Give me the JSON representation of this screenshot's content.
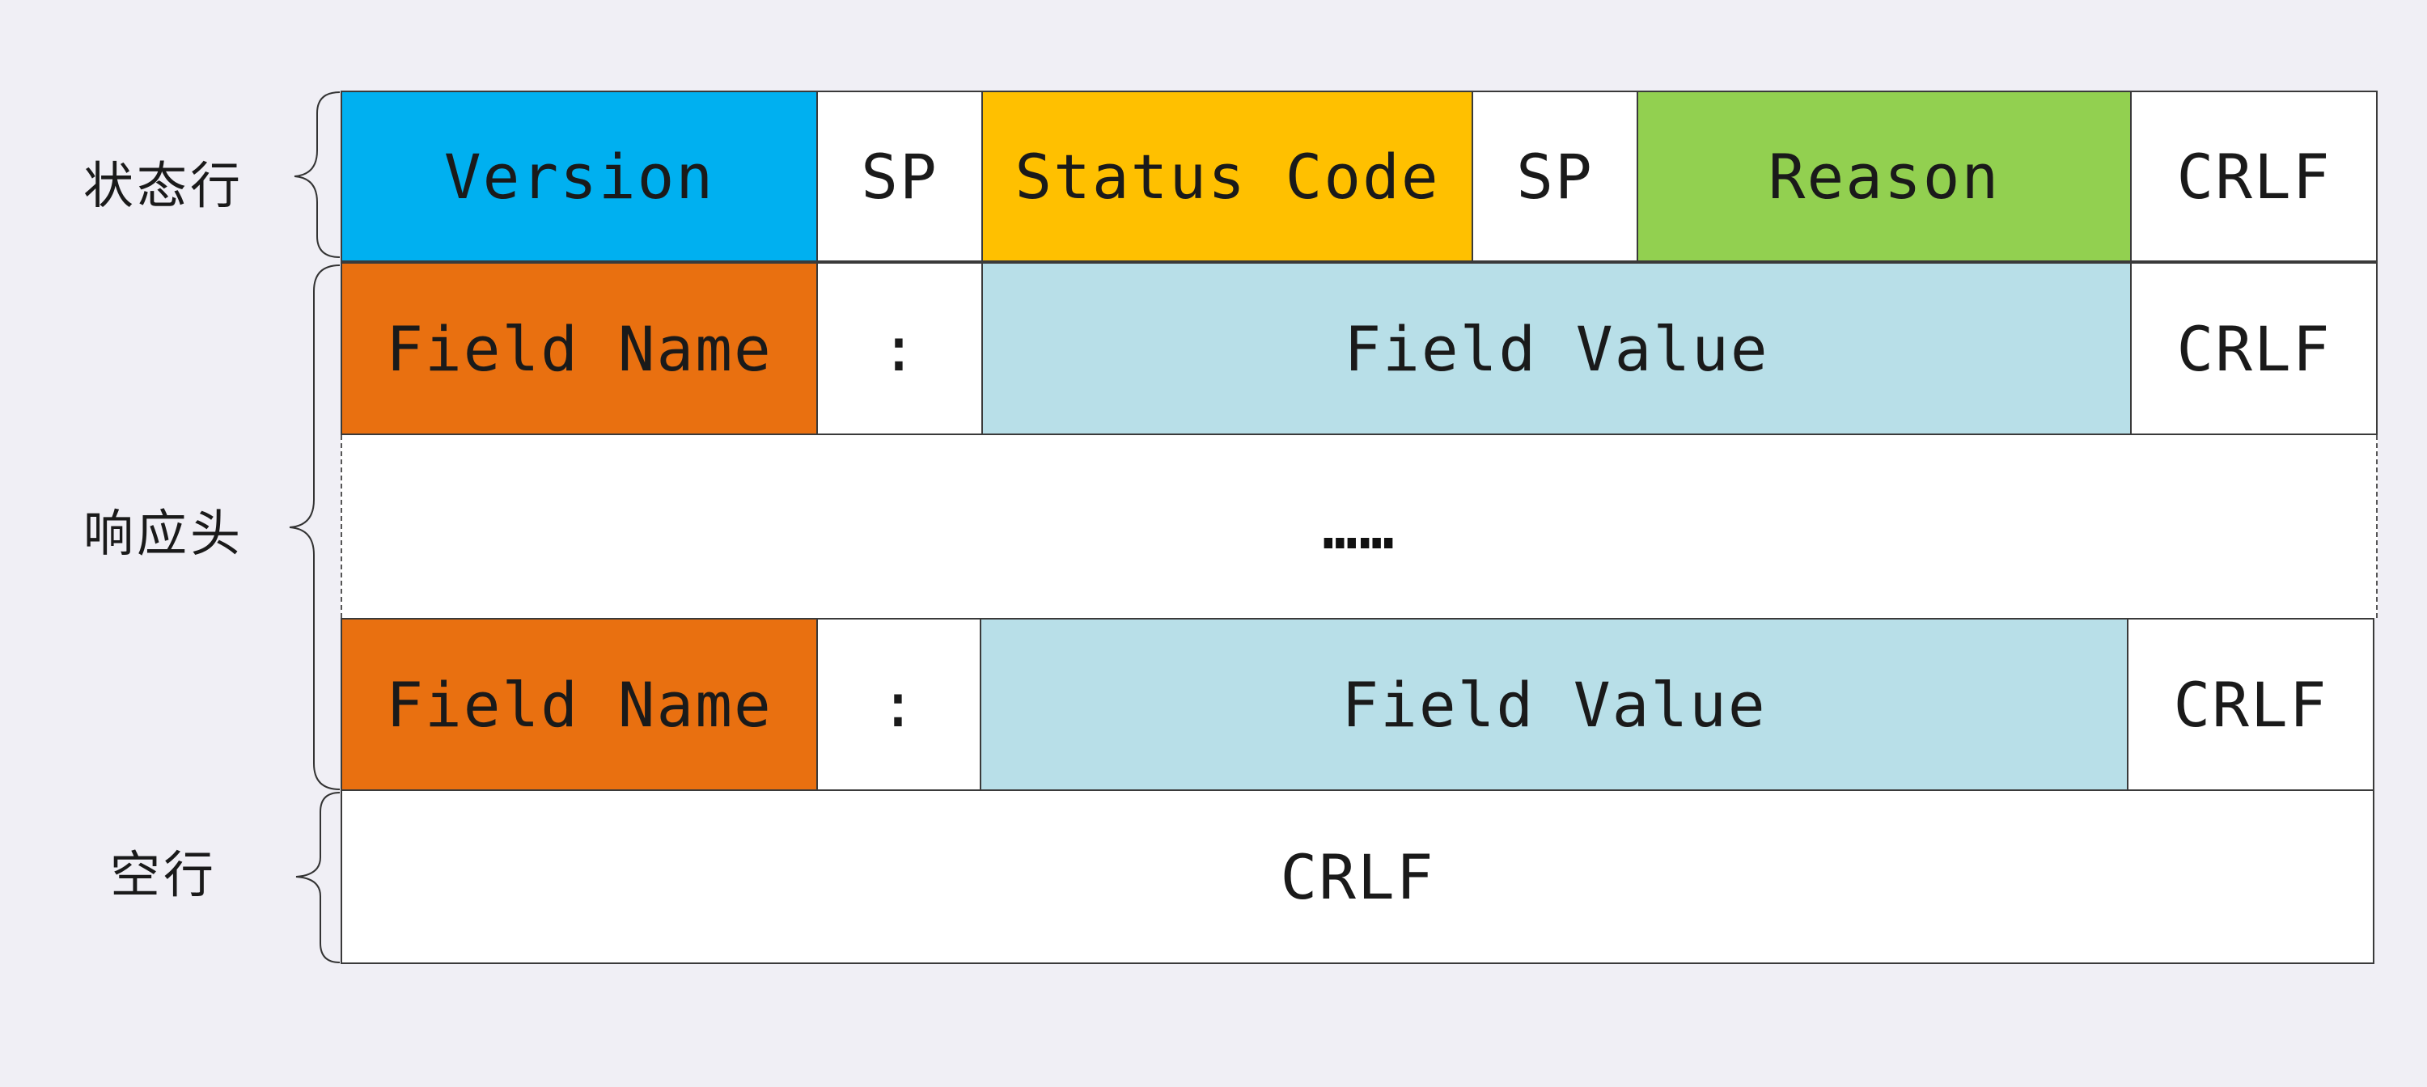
{
  "labels": {
    "status_line": "状态行",
    "headers": "响应头",
    "blank_line": "空行"
  },
  "status_line": {
    "version": "Version",
    "sp1": "SP",
    "status_code": "Status Code",
    "sp2": "SP",
    "reason": "Reason",
    "crlf": "CRLF"
  },
  "headers": [
    {
      "field_name": "Field Name",
      "colon": ":",
      "field_value": "Field Value",
      "crlf": "CRLF"
    },
    {
      "field_name": "Field Name",
      "colon": ":",
      "field_value": "Field Value",
      "crlf": "CRLF"
    }
  ],
  "ellipsis": "……",
  "blank_line": {
    "crlf": "CRLF"
  },
  "colors": {
    "version": "#00b0f0",
    "status_code": "#ffc000",
    "reason": "#92d050",
    "field_name": "#e97010",
    "field_value": "#b8dfe8",
    "plain": "#ffffff",
    "background": "#f0eff5"
  }
}
